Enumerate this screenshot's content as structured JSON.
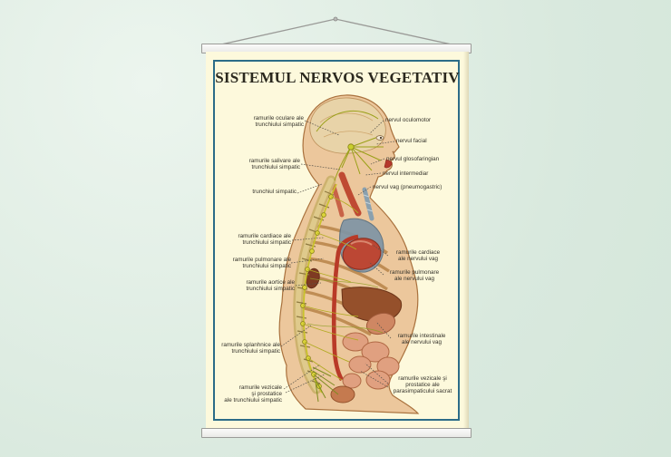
{
  "poster": {
    "title": "SISTEMUL NERVOS VEGETATIV",
    "figure_name": "human-sagittal-anatomy-illustration",
    "labels": {
      "left": [
        {
          "text": "ramurile oculare ale\ntrunchiului simpatic"
        },
        {
          "text": "ramurile salivare ale\ntrunchiului simpatic"
        },
        {
          "text": "trunchiul simpatic"
        },
        {
          "text": "ramurile cardiace ale\ntrunchiului simpatic"
        },
        {
          "text": "ramurile pulmonare ale\ntrunchiului simpatic"
        },
        {
          "text": "ramurile aortice ale\ntrunchiului simpatic"
        },
        {
          "text": "ramurile splanhnice ale\ntrunchiului simpatic"
        },
        {
          "text": "ramurile vezicale\nşi prostatice\nale trunchiului simpatic"
        }
      ],
      "right": [
        {
          "text": "nervul oculomotor"
        },
        {
          "text": "nervul facial"
        },
        {
          "text": "nervul glosofaringian"
        },
        {
          "text": "nervul intermediar"
        },
        {
          "text": "nervul vag (pneumogastric)"
        },
        {
          "text": "ramurile cardiace\nale nervului vag"
        },
        {
          "text": "ramurile pulmonare\nale nervului vag"
        },
        {
          "text": "ramurile intestinale\nale nervului vag"
        },
        {
          "text": "ramurile vezicale şi\nprostatice ale\nparasimpaticului sacrat"
        }
      ]
    }
  },
  "colors": {
    "background": "#d9e9de",
    "background_light": "#ecf5ee",
    "poster": "#fdf9dc",
    "frame": "#2c6c88",
    "title": "#2a281e",
    "rod": "#e9e9e7",
    "rod_light": "#fbfbfa",
    "rod_edge": "#9b9b98",
    "string": "#9a9a97"
  }
}
